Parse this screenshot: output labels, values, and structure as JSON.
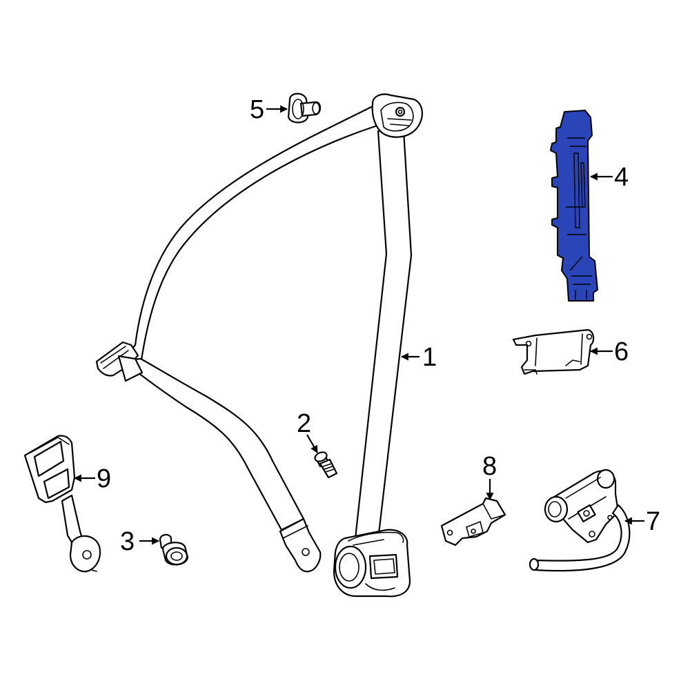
{
  "colors": {
    "highlight_fill": "#2a45b8",
    "line": "#000000",
    "background": "#ffffff"
  },
  "callouts": [
    {
      "id": "1",
      "label": "1",
      "part": "seat-belt-assembly"
    },
    {
      "id": "2",
      "label": "2",
      "part": "bolt"
    },
    {
      "id": "3",
      "label": "3",
      "part": "bolt"
    },
    {
      "id": "4",
      "label": "4",
      "part": "height-adjuster",
      "highlighted": true
    },
    {
      "id": "5",
      "label": "5",
      "part": "bolt"
    },
    {
      "id": "6",
      "label": "6",
      "part": "bracket"
    },
    {
      "id": "7",
      "label": "7",
      "part": "pretensioner"
    },
    {
      "id": "8",
      "label": "8",
      "part": "bracket"
    },
    {
      "id": "9",
      "label": "9",
      "part": "buckle"
    }
  ]
}
